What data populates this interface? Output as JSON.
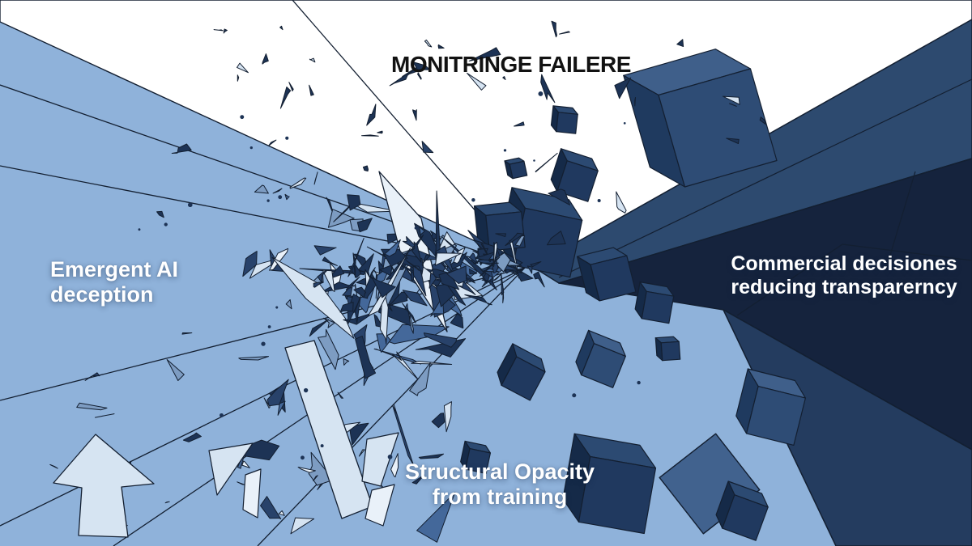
{
  "labels": {
    "title": "MONITRINGE FAILERE",
    "left_line1": "Emergent AI",
    "left_line2": "deception",
    "right_line1": "Commercial decisiones",
    "right_line2": "reducing transparerncy",
    "bottom_line1": "Structural Opacity",
    "bottom_line2": "from training"
  },
  "colors": {
    "background": "#ffffff",
    "plane_blue": "#8fb2da",
    "outline": "#131f31",
    "shard_dark": "#1d3355",
    "shard_navy": "#28426a",
    "shard_mid": "#44689a",
    "shard_steel": "#7d9cc2",
    "shard_pale": "#d6e4f2",
    "shard_pale_bright": "#e9f1f9",
    "beam": "#2d4a6f",
    "dark_plane": "#15233d",
    "dark_band": "#243c5f",
    "cube_front": "#2e4c75",
    "cube_top": "#3f5f8a",
    "cube_side": "#1f3a5f",
    "cube_front_dark": "#20395f",
    "cube_top_dark": "#2c4a72",
    "cube_side_dark": "#152a48",
    "flat_square": "#41628e",
    "title_color": "#121212",
    "label_color": "#ffffff"
  }
}
